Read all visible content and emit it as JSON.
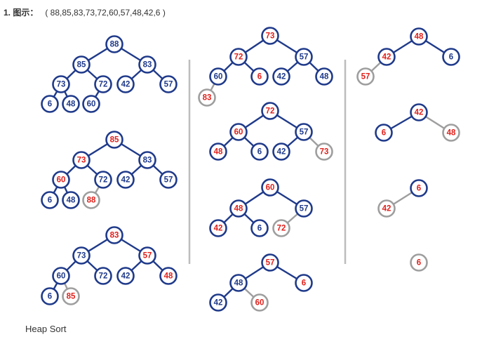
{
  "heading": {
    "index_label": "1. 图示：",
    "sequence": "( 88,85,83,73,72,60,57,48,42,6 )"
  },
  "caption": "Heap Sort",
  "colors": {
    "heap_node": "#1f3a8a",
    "highlight_text": "#e0201b",
    "sorted_node": "#9e9e9e",
    "divider": "#bdbdbd"
  },
  "trees": [
    {
      "column": 1,
      "row": 1,
      "nodes": [
        {
          "v": "88",
          "s": "n"
        },
        {
          "v": "85",
          "s": "n"
        },
        {
          "v": "83",
          "s": "n"
        },
        {
          "v": "73",
          "s": "n"
        },
        {
          "v": "72",
          "s": "n"
        },
        {
          "v": "42",
          "s": "n"
        },
        {
          "v": "57",
          "s": "n"
        },
        {
          "v": "6",
          "s": "n"
        },
        {
          "v": "48",
          "s": "n"
        },
        {
          "v": "60",
          "s": "n"
        }
      ]
    },
    {
      "column": 1,
      "row": 2,
      "nodes": [
        {
          "v": "85",
          "s": "r"
        },
        {
          "v": "73",
          "s": "r"
        },
        {
          "v": "83",
          "s": "n"
        },
        {
          "v": "60",
          "s": "r"
        },
        {
          "v": "72",
          "s": "n"
        },
        {
          "v": "42",
          "s": "n"
        },
        {
          "v": "57",
          "s": "n"
        },
        {
          "v": "6",
          "s": "n"
        },
        {
          "v": "48",
          "s": "n"
        },
        {
          "v": "88",
          "s": "g"
        }
      ]
    },
    {
      "column": 1,
      "row": 3,
      "nodes": [
        {
          "v": "83",
          "s": "r"
        },
        {
          "v": "73",
          "s": "n"
        },
        {
          "v": "57",
          "s": "r"
        },
        {
          "v": "60",
          "s": "n"
        },
        {
          "v": "72",
          "s": "n"
        },
        {
          "v": "42",
          "s": "n"
        },
        {
          "v": "48",
          "s": "r"
        },
        {
          "v": "6",
          "s": "n"
        },
        {
          "v": "85",
          "s": "g"
        }
      ]
    },
    {
      "column": 2,
      "row": 1,
      "nodes": [
        {
          "v": "73",
          "s": "r"
        },
        {
          "v": "72",
          "s": "r"
        },
        {
          "v": "57",
          "s": "n"
        },
        {
          "v": "60",
          "s": "n"
        },
        {
          "v": "6",
          "s": "r"
        },
        {
          "v": "42",
          "s": "n"
        },
        {
          "v": "48",
          "s": "n"
        },
        {
          "v": "83",
          "s": "g"
        }
      ]
    },
    {
      "column": 2,
      "row": 2,
      "nodes": [
        {
          "v": "72",
          "s": "r"
        },
        {
          "v": "60",
          "s": "r"
        },
        {
          "v": "57",
          "s": "n"
        },
        {
          "v": "48",
          "s": "r"
        },
        {
          "v": "6",
          "s": "n"
        },
        {
          "v": "42",
          "s": "n"
        },
        {
          "v": "73",
          "s": "g"
        }
      ]
    },
    {
      "column": 2,
      "row": 3,
      "nodes": [
        {
          "v": "60",
          "s": "r"
        },
        {
          "v": "48",
          "s": "r"
        },
        {
          "v": "57",
          "s": "n"
        },
        {
          "v": "42",
          "s": "r"
        },
        {
          "v": "6",
          "s": "n"
        },
        {
          "v": "72",
          "s": "g"
        }
      ]
    },
    {
      "column": 2,
      "row": 4,
      "nodes": [
        {
          "v": "57",
          "s": "r"
        },
        {
          "v": "48",
          "s": "n"
        },
        {
          "v": "6",
          "s": "r"
        },
        {
          "v": "42",
          "s": "n"
        },
        {
          "v": "60",
          "s": "g"
        }
      ]
    },
    {
      "column": 3,
      "row": 1,
      "nodes": [
        {
          "v": "48",
          "s": "r"
        },
        {
          "v": "42",
          "s": "r"
        },
        {
          "v": "6",
          "s": "n"
        },
        {
          "v": "57",
          "s": "g"
        }
      ]
    },
    {
      "column": 3,
      "row": 2,
      "nodes": [
        {
          "v": "42",
          "s": "r"
        },
        {
          "v": "6",
          "s": "r"
        },
        {
          "v": "48",
          "s": "g"
        }
      ]
    },
    {
      "column": 3,
      "row": 3,
      "nodes": [
        {
          "v": "6",
          "s": "r"
        },
        {
          "v": "42",
          "s": "g"
        }
      ]
    },
    {
      "column": 3,
      "row": 4,
      "nodes": [
        {
          "v": "6",
          "s": "g"
        }
      ]
    }
  ]
}
